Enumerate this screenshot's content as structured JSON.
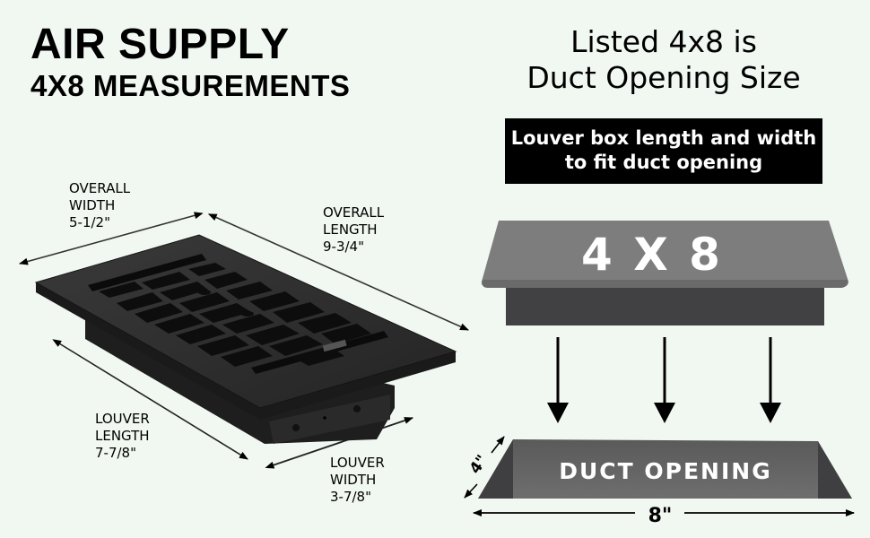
{
  "header": {
    "title_line1": "AIR SUPPLY",
    "title_line2": "4X8 MEASUREMENTS"
  },
  "dimensions": {
    "overall_width": {
      "line1": "OVERALL",
      "line2": "WIDTH",
      "value": "5-1/2\""
    },
    "overall_length": {
      "line1": "OVERALL",
      "line2": "LENGTH",
      "value": "9-3/4\""
    },
    "louver_length": {
      "line1": "LOUVER",
      "line2": "LENGTH",
      "value": "7-7/8\""
    },
    "louver_width": {
      "line1": "LOUVER",
      "line2": "WIDTH",
      "value": "3-7/8\""
    }
  },
  "right_panel": {
    "title_line1": "Listed 4x8 is",
    "title_line2": "Duct Opening Size",
    "callout_line1": "Louver box length and width",
    "callout_line2": "to fit duct opening",
    "register_label": "4 X 8",
    "duct_label": "DUCT OPENING",
    "duct_depth": "4\"",
    "duct_width": "8\""
  },
  "colors": {
    "background": "#f1f7f1",
    "register_face": "#7d7d7d",
    "louver_box": "#414143",
    "duct_face": "#626262",
    "duct_side": "#3f3f41"
  }
}
